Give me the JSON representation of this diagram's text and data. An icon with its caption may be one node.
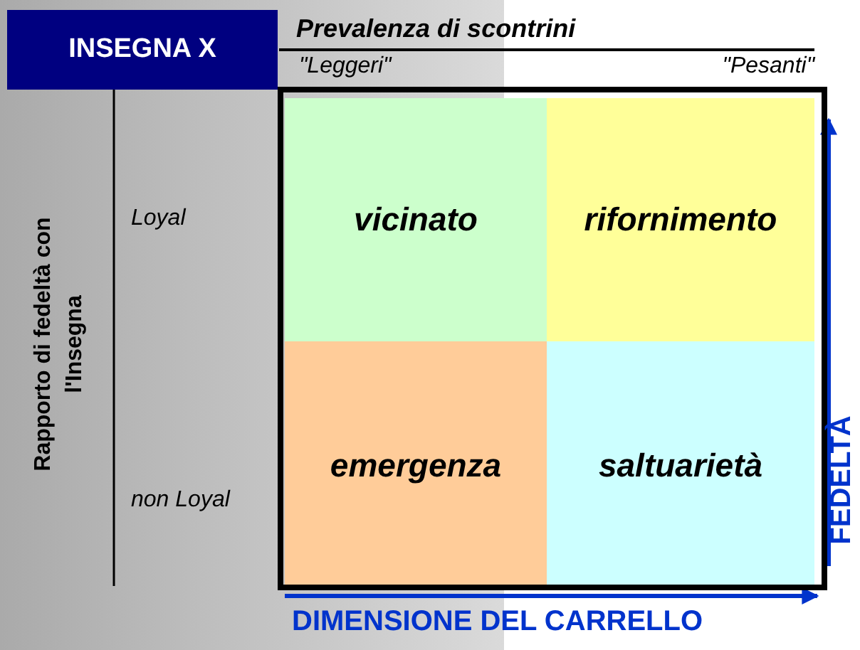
{
  "diagram": {
    "nodes": [
      {
        "text": [
          "INSEGNA X"
        ]
      },
      {
        "text": [
          "vicinato"
        ]
      },
      {
        "text": [
          "rifornimento"
        ]
      },
      {
        "text": [
          "emergenza"
        ]
      },
      {
        "text": [
          "saltuarietà"
        ]
      }
    ],
    "edges": [],
    "labels": [
      "Prevalenza di scontrini",
      "\"Leggeri\"",
      "\"Pesanti\"",
      "Rapporto di fedeltà con l'Insegna",
      "Loyal",
      "non Loyal",
      "FEDELTÀ",
      "DIMENSIONE DEL CARRELLO"
    ]
  }
}
